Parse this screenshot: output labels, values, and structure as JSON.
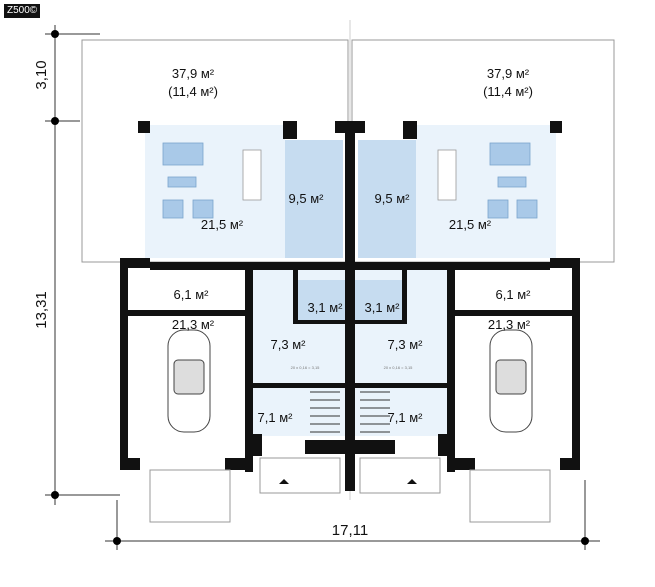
{
  "logo": "Z500©",
  "dimensions": {
    "terrace_depth": "3,10",
    "house_depth": "13,31",
    "width": "17,11"
  },
  "rooms": {
    "terrace_left": {
      "area": "37,9 м²",
      "sub": "(11,4 м²)"
    },
    "terrace_right": {
      "area": "37,9 м²",
      "sub": "(11,4 м²)"
    },
    "living_left": "21,5 м²",
    "living_right": "21,5 м²",
    "kitchen_left": "9,5 м²",
    "kitchen_right": "9,5 м²",
    "utility_left": "6,1 м²",
    "utility_right": "6,1 м²",
    "garage_left": "21,3 м²",
    "garage_right": "21,3 м²",
    "bath_left": "3,1 м²",
    "bath_right": "3,1 м²",
    "hall_left": "7,3 м²",
    "hall_right": "7,3 м²",
    "vestibule_left": "7,1 м²",
    "vestibule_right": "7,1 м²"
  },
  "stairs_note": "20 x 0,16 = 3,15",
  "colors": {
    "room_fill": "#eaf3fb",
    "wet_fill": "#c6dcf0",
    "wall": "#111111"
  }
}
